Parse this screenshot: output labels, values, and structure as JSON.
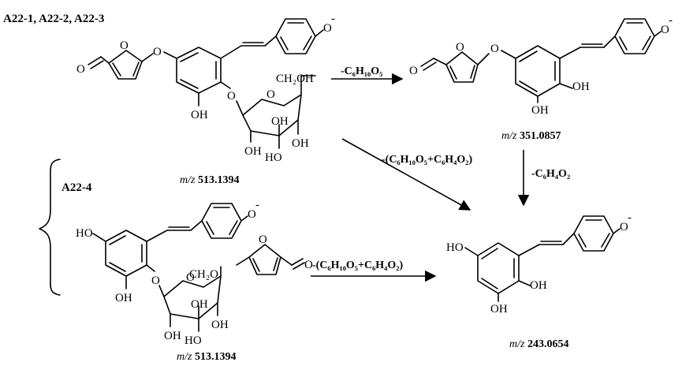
{
  "labels": {
    "top_group": "A22-1, A22-2, A22-3",
    "bottom_group": "A22-4"
  },
  "atoms": {
    "O": "O",
    "OH": "OH",
    "HO": "HO",
    "O_minus": "O",
    "minus": "-",
    "CH2OH": "CH₂OH",
    "CH2O": "CH₂O"
  },
  "masses": {
    "prefix": "m/z",
    "parent_top": "513.1394",
    "parent_bottom": "513.1394",
    "intermediate": "351.0857",
    "product": "243.0654"
  },
  "reactions": {
    "loss_hexose": "-C₆H₁₀O₅",
    "loss_combined_top": "-(C₆H₁₀O₅+C₆H₄O₂)",
    "loss_furan": "-C₆H₄O₂",
    "loss_combined_bottom": "-(C₆H₁₀O₅+C₆H₄O₂)"
  }
}
